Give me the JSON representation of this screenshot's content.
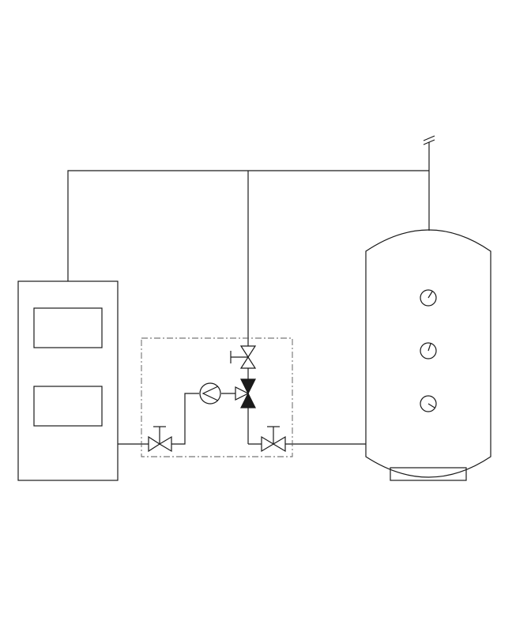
{
  "diagram": {
    "type": "hydraulic-schematic",
    "components": [
      {
        "id": "boiler",
        "kind": "boiler",
        "panels": 2
      },
      {
        "id": "storage-tank",
        "kind": "buffer-tank",
        "gauges": 3
      },
      {
        "id": "loading-unit",
        "kind": "dashed-group",
        "contains": [
          "pump",
          "three-way-valve",
          "shutoff-valves",
          "bypass-valve"
        ]
      },
      {
        "id": "vent",
        "kind": "air-vent"
      }
    ],
    "colors": {
      "line": "#1a1a1a",
      "group_border": "#555555",
      "background": "#ffffff"
    }
  }
}
